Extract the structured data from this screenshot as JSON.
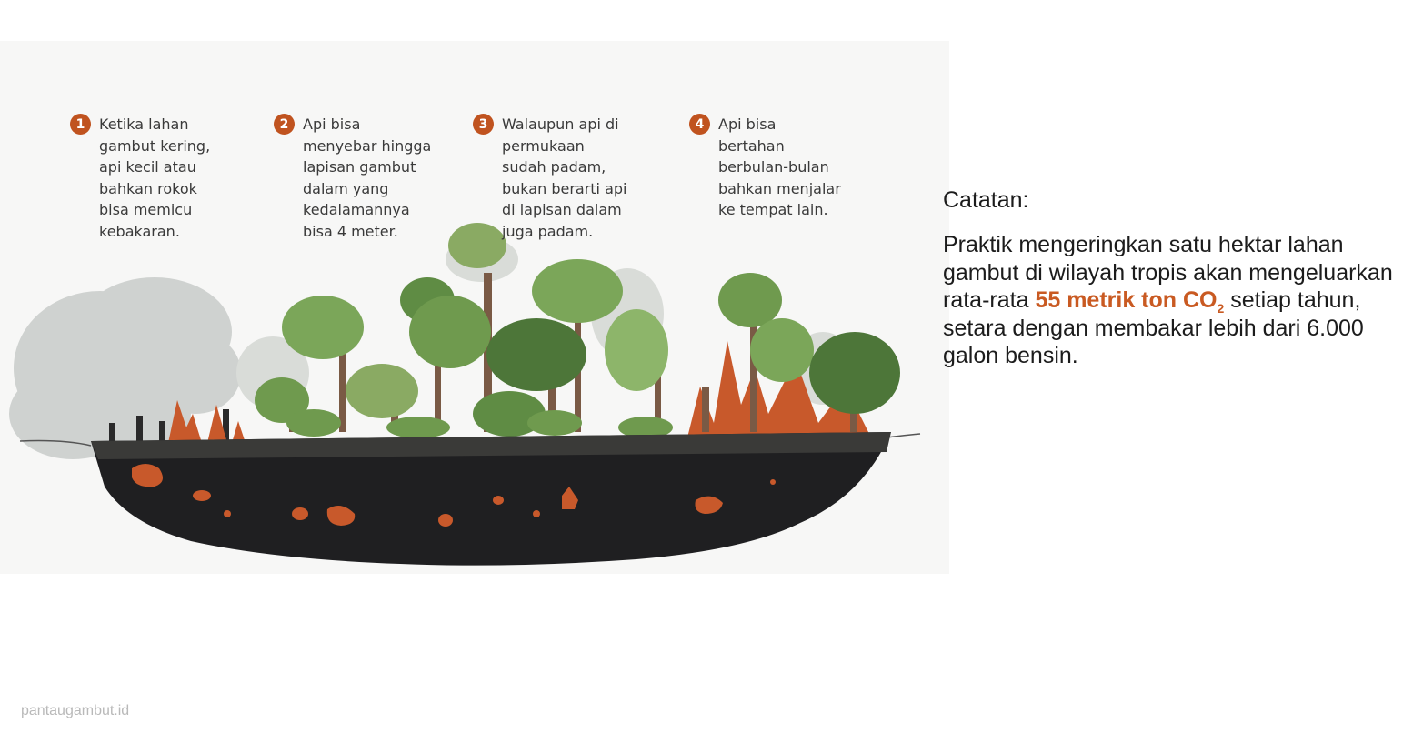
{
  "steps": [
    {
      "number": "1",
      "text": "Ketika lahan\ngambut kering,\napi kecil atau\nbahkan rokok\nbisa memicu\nkebakaran."
    },
    {
      "number": "2",
      "text": "Api bisa\nmenyebar hingga\nlapisan gambut\ndalam yang\nkedalamannya\nbisa 4 meter."
    },
    {
      "number": "3",
      "text": "Walaupun api di\npermukaan\nsudah padam,\nbukan berarti api\ndi lapisan dalam\njuga padam."
    },
    {
      "number": "4",
      "text": "Api bisa\nbertahan\nberbulan-bulan\nbahkan menjalar\nke tempat lain."
    }
  ],
  "notes": {
    "title": "Catatan:",
    "text_before": "Praktik mengeringkan satu hektar lahan gambut di wilayah tropis akan mengeluarkan rata-rata ",
    "highlight_main": "55 metrik ton CO",
    "highlight_sub": "2",
    "text_after": " setiap tahun, setara dengan membakar lebih dari 6.000 galon bensin."
  },
  "footer": {
    "source": "pantaugambut.id"
  },
  "colors": {
    "accent": "#c0531f",
    "highlight": "#c95a22",
    "peat": "#1f1f21",
    "foliage": "#6f9a4e",
    "smoke": "#cfd2d0",
    "fire": "#c8592b"
  }
}
